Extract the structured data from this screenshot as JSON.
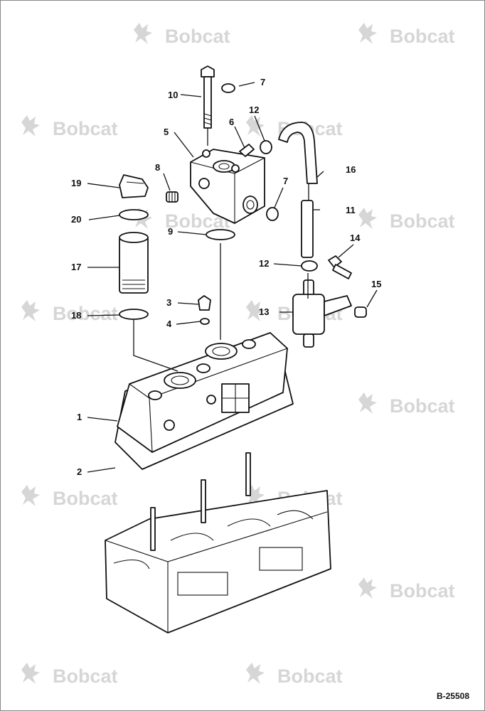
{
  "watermark": {
    "brand": "Bobcat",
    "icon": "bobcat-logo-icon"
  },
  "callouts": {
    "c1": "1",
    "c2": "2",
    "c3": "3",
    "c4": "4",
    "c5": "5",
    "c6": "6",
    "c7a": "7",
    "c7b": "7",
    "c8": "8",
    "c9": "9",
    "c10": "10",
    "c11": "11",
    "c12a": "12",
    "c12b": "12",
    "c13": "13",
    "c14": "14",
    "c15": "15",
    "c16": "16",
    "c17": "17",
    "c18": "18",
    "c19": "19",
    "c20": "20"
  },
  "reference": "B-25508"
}
